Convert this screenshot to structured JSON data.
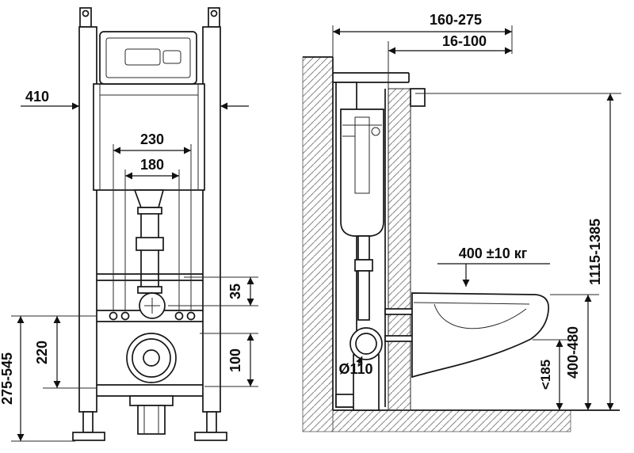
{
  "drawing": {
    "front_view": {
      "frame_width": "410",
      "bolt_spacing_outer": "230",
      "bolt_spacing_inner": "180",
      "bar_offset": "35",
      "outlet_drop": "100",
      "outlet_height": "220",
      "outlet_adjust_range": "275-545"
    },
    "side_view": {
      "frame_depth_range": "160-275",
      "panel_thickness_range": "16-100",
      "max_load": "400 ±10 кг",
      "frame_height_range": "1115-1385",
      "bowl_height_range": "400-480",
      "clearance": "<185",
      "drain_diameter": "Ø110"
    }
  }
}
